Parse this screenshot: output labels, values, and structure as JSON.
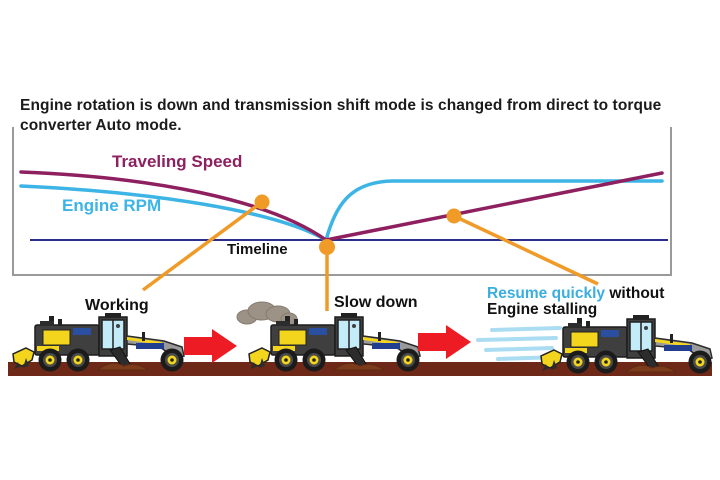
{
  "heading": "Engine rotation is down and transmission shift mode is changed from direct to torque converter Auto mode.",
  "chart": {
    "type": "line",
    "xlabel": "Timeline",
    "series": [
      {
        "name": "Traveling Speed",
        "color": "#8e2060",
        "shape": "starts high, declines gradually, dips to minimum at the slow-down point, then rises steadily to the right edge"
      },
      {
        "name": "Engine RPM",
        "color": "#3cb4e5",
        "shape": "starts slightly below Traveling Speed, declines to the same minimum at the slow-down point, then recovers quickly and holds flat"
      }
    ],
    "labels": {
      "traveling_speed": "Traveling Speed",
      "engine_rpm": "Engine RPM",
      "timeline": "Timeline"
    },
    "markers": [
      {
        "name": "working-point",
        "position": "on declining curves"
      },
      {
        "name": "slow-down-point",
        "position": "at curve minimum on timeline axis"
      },
      {
        "name": "resume-point",
        "position": "on rising Traveling Speed line"
      }
    ],
    "colors": {
      "traveling_speed": "#8e2060",
      "engine_rpm": "#3cb4e5",
      "timeline_axis": "#2b2e8c",
      "event_marker": "#f09a28",
      "box_border": "#9a9a9a"
    }
  },
  "stages": [
    {
      "label": "Working"
    },
    {
      "label": "Slow down"
    },
    {
      "label_highlight": "Resume quickly",
      "label_rest": " without",
      "label_line2": "Engine stalling"
    }
  ],
  "scene_colors": {
    "ground": "#6e2817",
    "dirt": "#7c3c1c",
    "machine_body": "#3f3f3f",
    "machine_panel": "#f2d51c",
    "cab_window": "#c4ecf8",
    "arrow_red": "#ed1c24",
    "smoke_gray": "#9c9286",
    "speed_streak": "#aadcf2"
  }
}
